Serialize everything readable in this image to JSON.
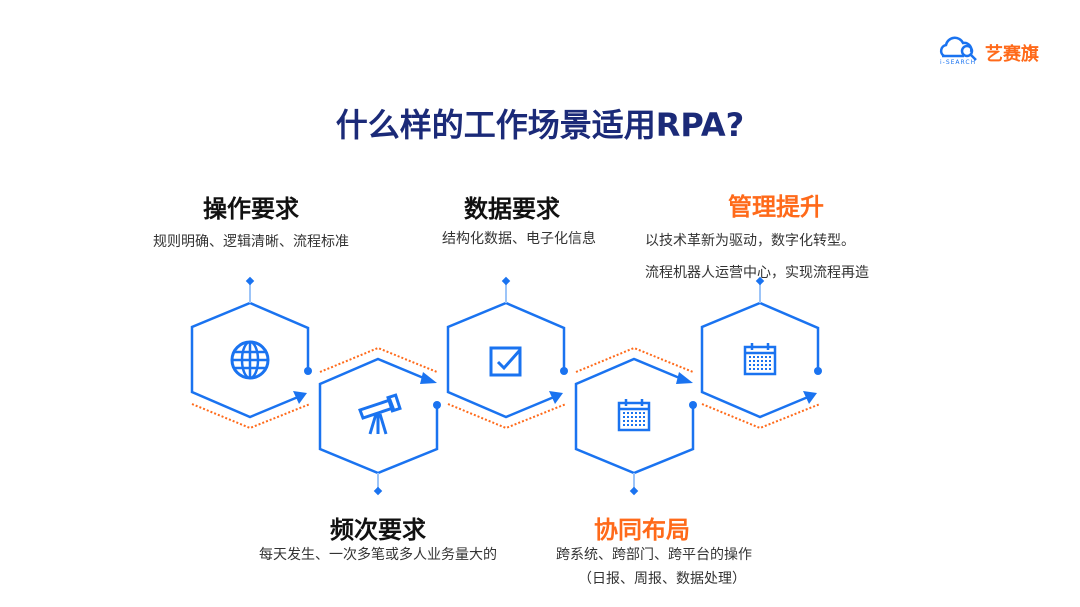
{
  "logo": {
    "brand": "艺赛旗",
    "sub": "i-SEARCH"
  },
  "title": "什么样的工作场景适用RPA?",
  "colors": {
    "blue": "#1a73f0",
    "orange": "#ff6a1a",
    "title": "#1b2a78"
  },
  "items": [
    {
      "heading": "操作要求",
      "lines": [
        "规则明确、逻辑清晰、流程标准"
      ],
      "icon": "globe-icon"
    },
    {
      "heading": "频次要求",
      "lines": [
        "每天发生、一次多笔或多人业务量大的"
      ],
      "icon": "telescope-icon"
    },
    {
      "heading": "数据要求",
      "lines": [
        "结构化数据、电子化信息"
      ],
      "icon": "checkbox-icon"
    },
    {
      "heading": "协同布局",
      "lines": [
        "跨系统、跨部门、跨平台的操作",
        "（日报、周报、数据处理）"
      ],
      "icon": "calendar-icon"
    },
    {
      "heading": "管理提升",
      "lines": [
        "以技术革新为驱动，数字化转型。",
        "流程机器人运营中心，实现流程再造"
      ],
      "icon": "calendar-icon"
    }
  ]
}
